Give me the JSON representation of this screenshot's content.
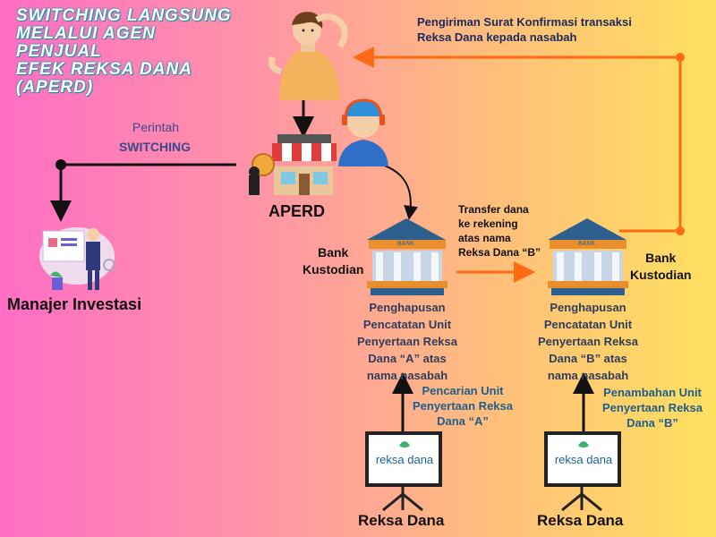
{
  "title": "SWITCHING LANGSUNG\nMELALUI AGEN PENJUAL\nEFEK REKSA DANA (APERD)",
  "top_note": "Pengiriman Surat Konfirmasi transaksi\nReksa Dana kepada nasabah",
  "perintah": "Perintah",
  "switching": "SWITCHING",
  "aperd": "APERD",
  "manajer": "Manajer Investasi",
  "bank_label_left": "Bank\nKustodian",
  "bank_label_right": "Bank\nKustodian",
  "bank_sign": "BANK",
  "transfer": "Transfer dana\nke rekening\natas nama\nReksa Dana “B”",
  "desc_left": "Penghapusan\nPencatatan Unit\nPenyertaan Reksa\nDana “A” atas\nnama nasabah",
  "desc_right": "Penghapusan\nPencatatan Unit\nPenyertaan Reksa\nDana “B” atas\nnama nasabah",
  "pencarian": "Pencarian Unit\nPenyertaan Reksa\nDana “A”",
  "penambahan": "Penambahan Unit\nPenyertaan Reksa\nDana “B”",
  "rd_label_left": "Reksa Dana",
  "rd_label_right": "Reksa Dana",
  "board_logo": "reksa dana",
  "colors": {
    "orange": "#ff6a13",
    "black": "#111111",
    "navy": "#1a2a5c"
  }
}
